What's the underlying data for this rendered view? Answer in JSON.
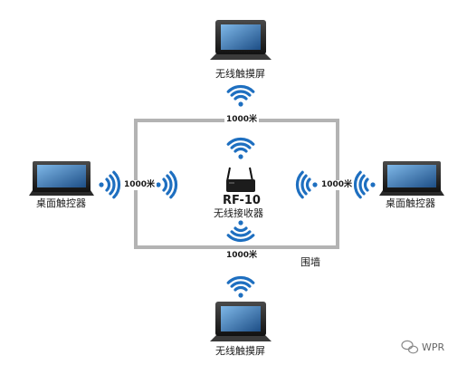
{
  "nodes": {
    "top_screen": {
      "label": "无线触摸屏",
      "distance": "1000米"
    },
    "bottom_screen": {
      "label": "无线触摸屏",
      "distance": "1000米"
    },
    "left_panel": {
      "label": "桌面触控器",
      "distance": "1000米"
    },
    "right_panel": {
      "label": "桌面触控器",
      "distance": "1000米"
    },
    "receiver": {
      "model": "RF-10",
      "label": "无线接收器"
    }
  },
  "wall_label": "围墙",
  "watermark": "WPR",
  "colors": {
    "signal": "#1e6fc0",
    "wall": "#b3b3b3",
    "device": "#2b2b2b"
  }
}
